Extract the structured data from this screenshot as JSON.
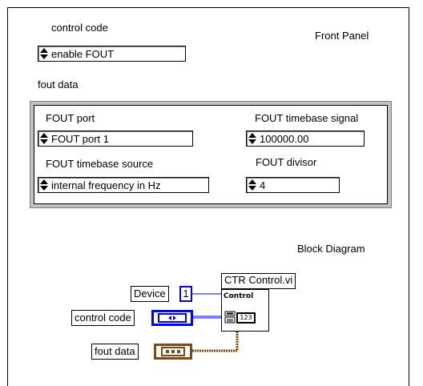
{
  "front_panel": {
    "title": "Front Panel",
    "control_code": {
      "label": "control code",
      "value": "enable FOUT"
    },
    "fout_data": {
      "label": "fout data",
      "fout_port": {
        "label": "FOUT port",
        "value": "FOUT port 1"
      },
      "timebase_signal": {
        "label": "FOUT timebase signal",
        "value": "100000.00"
      },
      "timebase_source": {
        "label": "FOUT timebase source",
        "value": "internal frequency in Hz"
      },
      "divisor": {
        "label": "FOUT divisor",
        "value": "4"
      }
    }
  },
  "block_diagram": {
    "title": "Block Diagram",
    "device": {
      "label": "Device",
      "value": "1"
    },
    "control_code_label": "control code",
    "fout_data_label": "fout data",
    "vi": {
      "name": "CTR Control.vi",
      "terminal": "Control",
      "numeric_glyph": "123"
    }
  },
  "colors": {
    "blue_wire": "#0000ff",
    "cluster_wire": "#8b4513",
    "panel_gray": "#c0c0c0"
  }
}
